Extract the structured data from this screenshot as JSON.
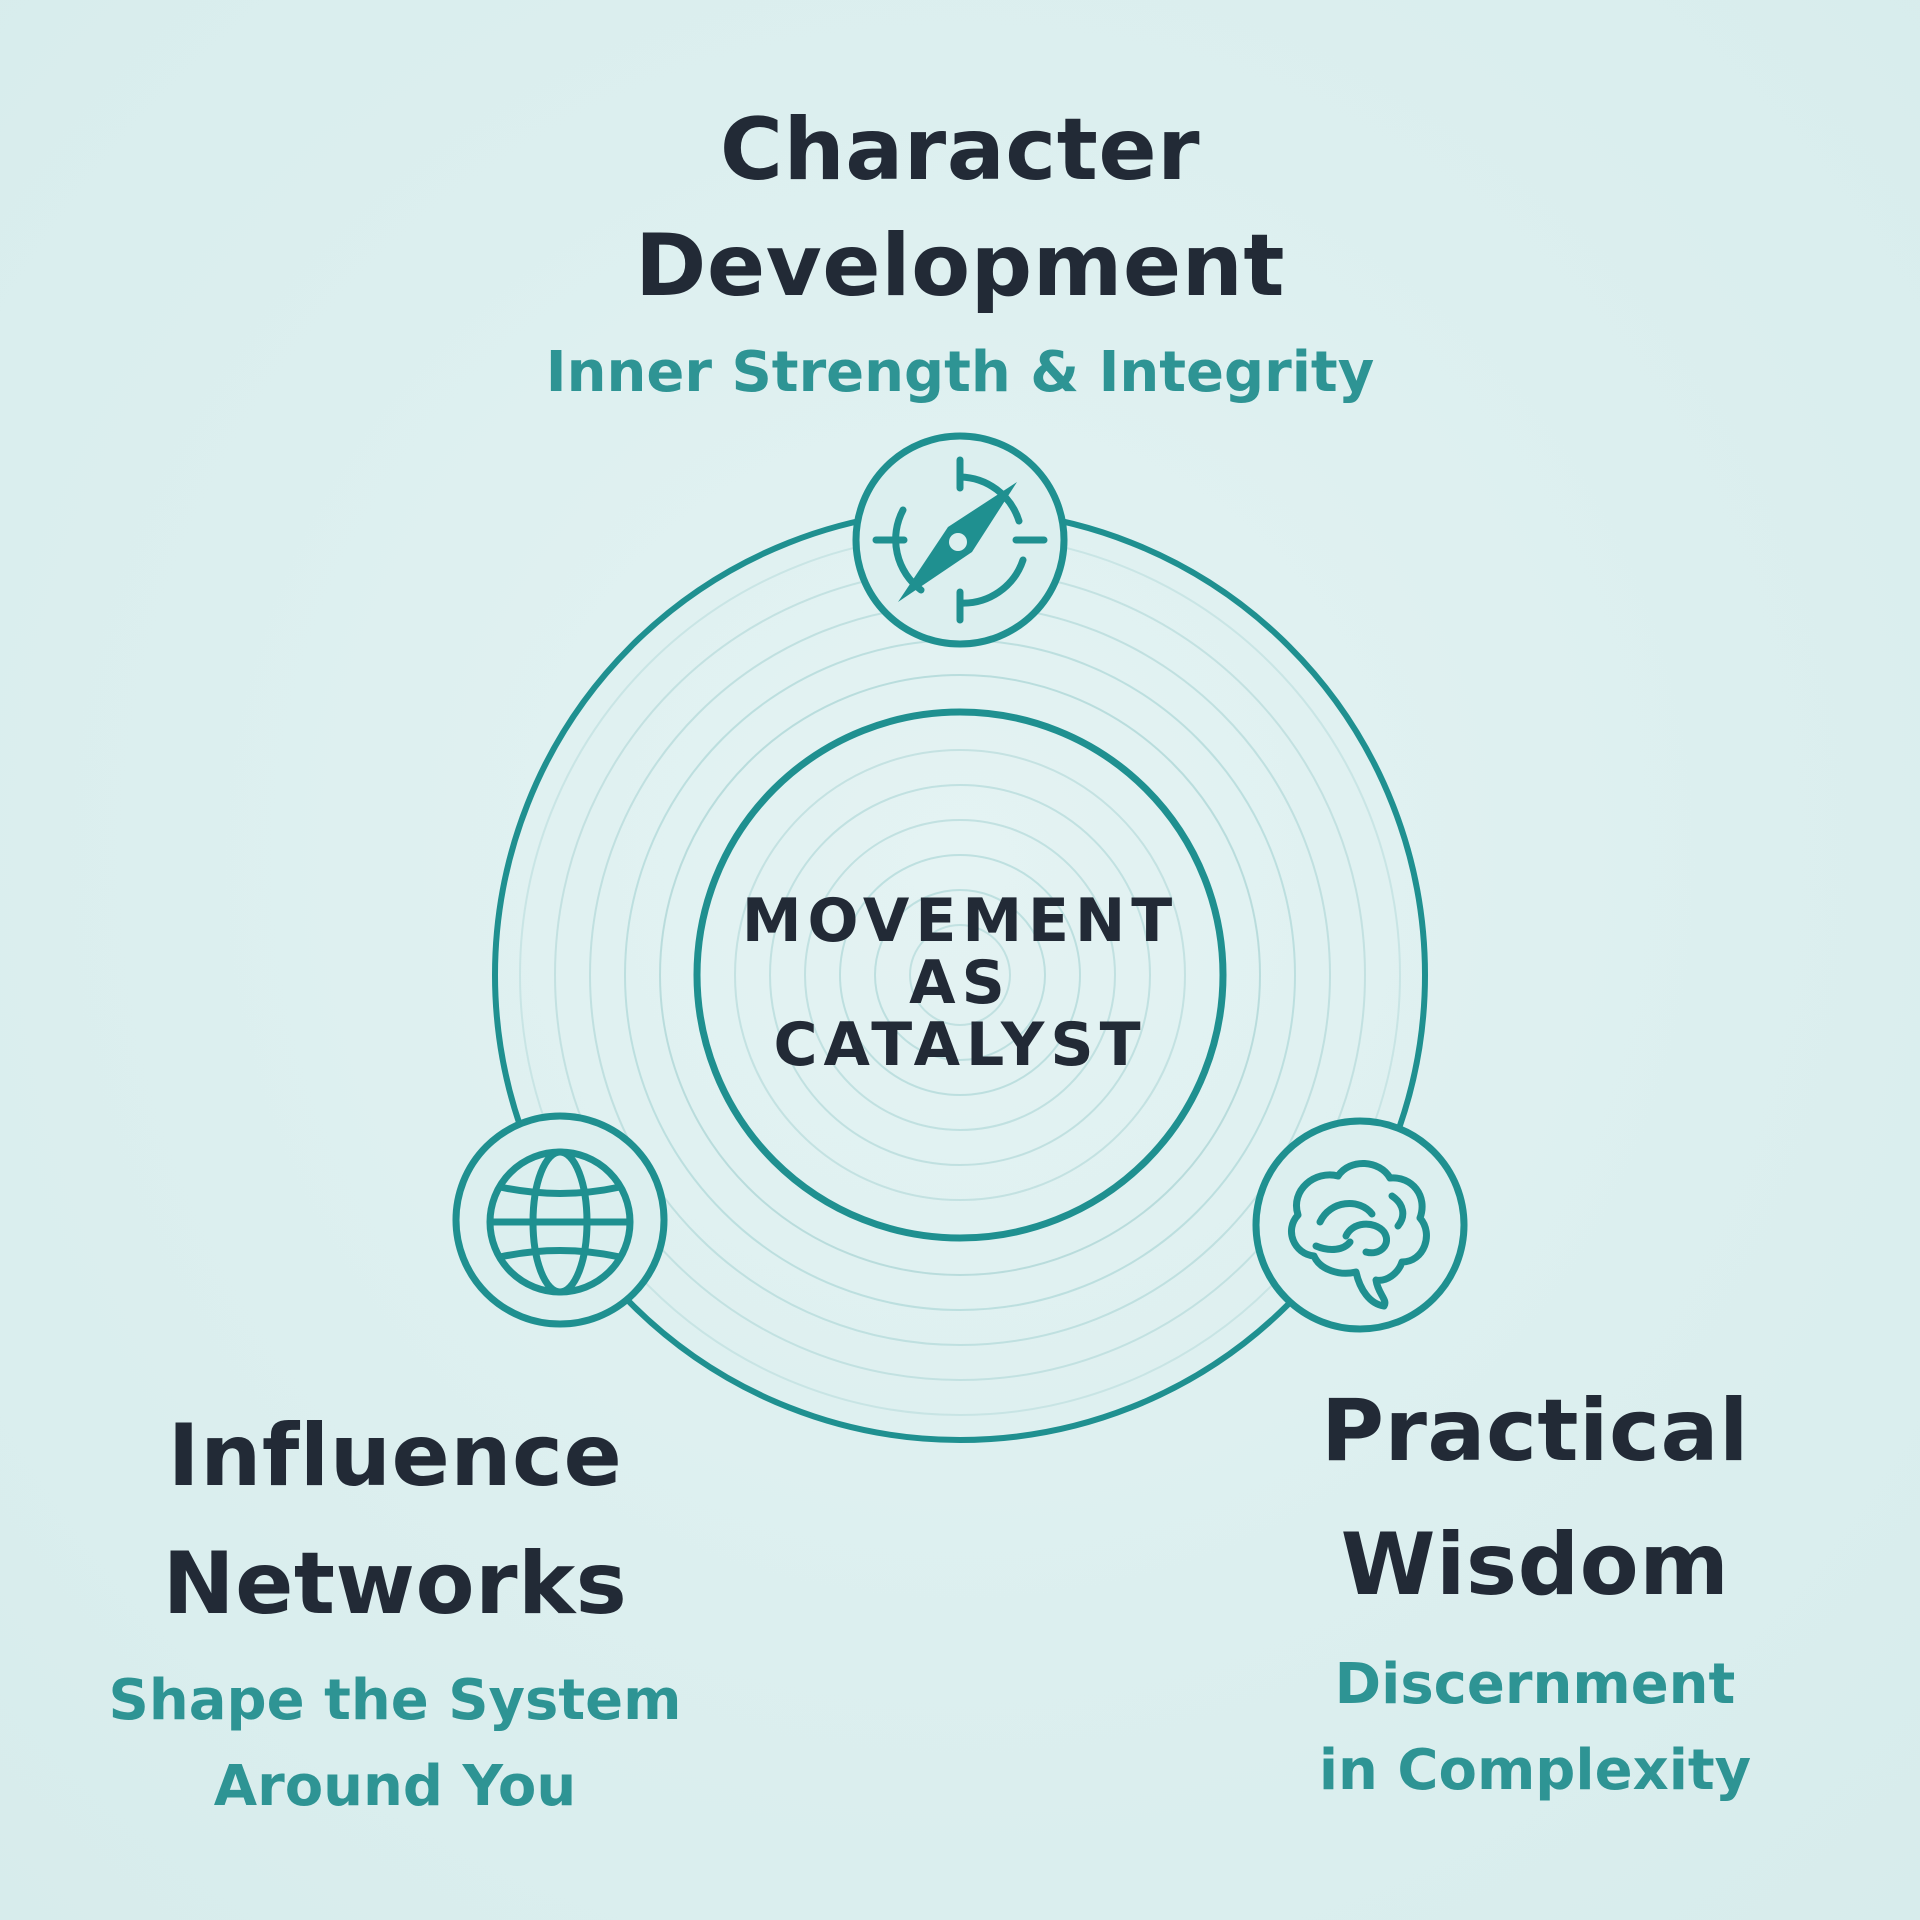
{
  "center": {
    "lines": [
      "MOVEMENT",
      "AS",
      "CATALYST"
    ]
  },
  "pillars": [
    {
      "id": "top",
      "title_lines": [
        "Character",
        "Development"
      ],
      "subtitle_lines": [
        "Inner Strength & Integrity"
      ],
      "icon": "compass-icon"
    },
    {
      "id": "left",
      "title_lines": [
        "Influence",
        "Networks"
      ],
      "subtitle_lines": [
        "Shape the System",
        "Around You"
      ],
      "icon": "globe-icon"
    },
    {
      "id": "right",
      "title_lines": [
        "Practical",
        "Wisdom"
      ],
      "subtitle_lines": [
        "Discernment",
        "in Complexity"
      ],
      "icon": "brain-icon"
    }
  ],
  "colors": {
    "background": "#dcefef",
    "accent": "#1f9090",
    "heading": "#222a36",
    "subtitle": "#2e9494",
    "ripple": "#9fcfcf"
  }
}
